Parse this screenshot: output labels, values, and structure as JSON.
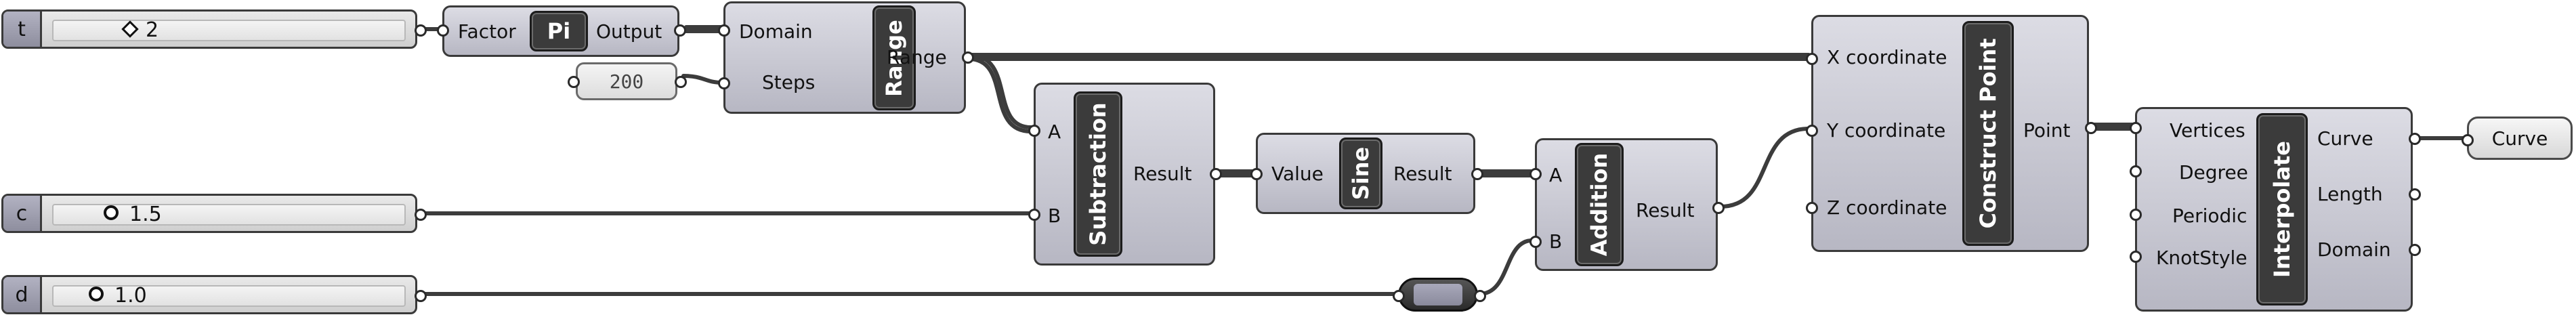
{
  "sliders": [
    {
      "name": "t",
      "value": "2",
      "grip": "diamond"
    },
    {
      "name": "c",
      "value": "1.5",
      "grip": "circle"
    },
    {
      "name": "d",
      "value": "1.0",
      "grip": "circle"
    }
  ],
  "pi": {
    "input": "Factor",
    "title": "Pi",
    "output": "Output"
  },
  "steps_panel": {
    "value": "200"
  },
  "range": {
    "inputs": [
      "Domain",
      "Steps"
    ],
    "title": "Range",
    "output": "Range"
  },
  "subtraction": {
    "inputs": [
      "A",
      "B"
    ],
    "title": "Subtraction",
    "output": "Result"
  },
  "sine": {
    "input": "Value",
    "title": "Sine",
    "output": "Result"
  },
  "addition": {
    "inputs": [
      "A",
      "B"
    ],
    "title": "Addition",
    "output": "Result"
  },
  "construct_point": {
    "inputs": [
      "X coordinate",
      "Y coordinate",
      "Z coordinate"
    ],
    "title": "Construct Point",
    "output": "Point"
  },
  "interpolate": {
    "inputs": [
      "Vertices",
      "Degree",
      "Periodic",
      "KnotStyle"
    ],
    "title": "Interpolate",
    "outputs": [
      "Curve",
      "Length",
      "Domain"
    ]
  },
  "curve_param": {
    "label": "Curve"
  },
  "colors": {
    "wire": "#3c3c3c",
    "component": "#c8c8d2",
    "core": "#3b3b3b",
    "panel": "#e8e8e8"
  }
}
